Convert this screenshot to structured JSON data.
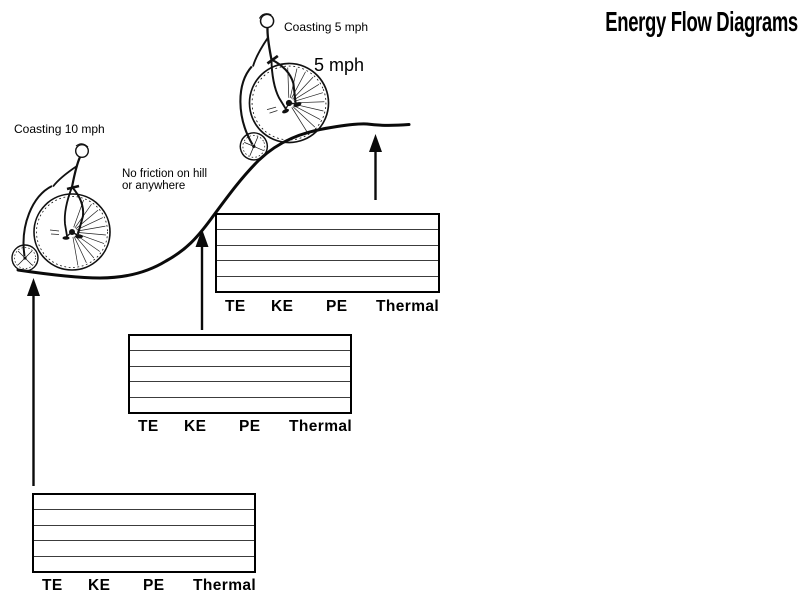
{
  "title": "Energy Flow Diagrams",
  "colors": {
    "background": "#ffffff",
    "ink": "#000000",
    "table_border": "#000000",
    "table_gridline": "#3c3c3c"
  },
  "annotations": {
    "hilltop_coasting": "Coasting 5 mph",
    "hilltop_speed": "5 mph",
    "hillbottom_coasting": "Coasting 10 mph",
    "friction_line1": "No friction on hill",
    "friction_line2": "or anywhere"
  },
  "energy_tables": {
    "column_labels": [
      "TE",
      "KE",
      "PE",
      "Thermal"
    ],
    "row_count": 5,
    "instances": [
      "hill-bottom",
      "hill-middle",
      "hill-top"
    ]
  },
  "figures": {
    "bottom_cyclist": "penny-farthing cyclist on flat ground",
    "top_cyclist": "penny-farthing cyclist on hilltop"
  },
  "arrows": {
    "direction": "up",
    "count": 3
  }
}
